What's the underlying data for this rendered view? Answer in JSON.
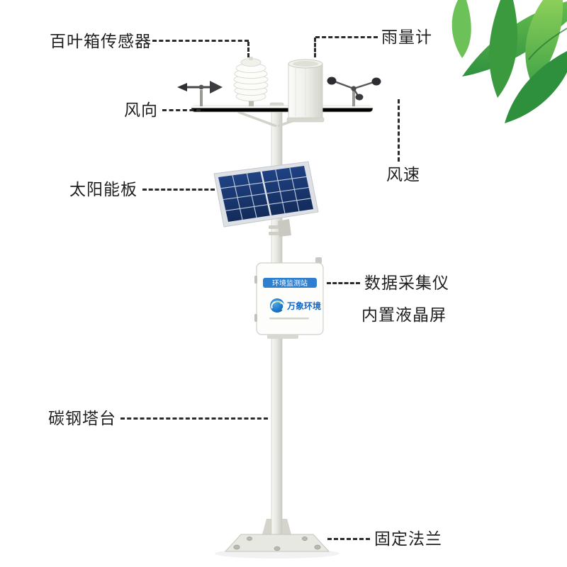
{
  "labels": {
    "louver_sensor": "百叶箱传感器",
    "rain_gauge": "雨量计",
    "wind_direction": "风向",
    "wind_speed": "风速",
    "solar_panel": "太阳能板",
    "data_logger": "数据采集仪",
    "lcd": "内置液晶屏",
    "tower": "碳钢塔台",
    "flange": "固定法兰"
  },
  "station": {
    "box_title": "环境监测站",
    "box_brand": "万象环境"
  },
  "colors": {
    "label_text": "#1f1f1f",
    "leader_line": "#2b2b2b",
    "strip_blue": "#2f7fd0",
    "brand_blue": "#1769c0",
    "panel_navy": "#16346c",
    "leaf_green": "#45a83f",
    "metal_light": "#ececе8"
  }
}
